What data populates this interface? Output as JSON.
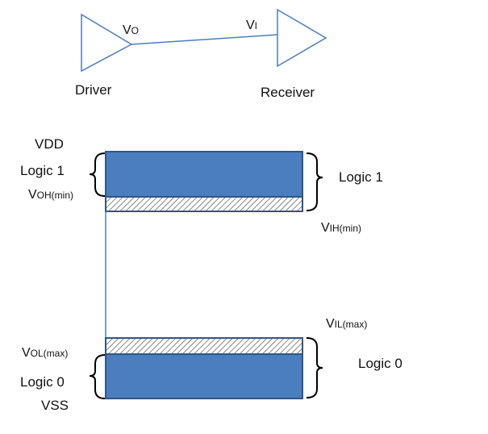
{
  "colors": {
    "block_fill": "#4a7ebf",
    "block_stroke": "#2f5683",
    "hatch_line": "#555555",
    "brace": "#000000",
    "line": "#4a7ebf"
  },
  "top_diagram": {
    "driver_label": "Driver",
    "receiver_label": "Receiver",
    "vo": {
      "main": "V",
      "sub": "O"
    },
    "vi": {
      "main": "V",
      "sub": "I"
    }
  },
  "levels": {
    "vdd": "VDD",
    "vss": "VSS",
    "driver_logic1": "Logic 1",
    "driver_logic0": "Logic 0",
    "receiver_logic1": "Logic 1",
    "receiver_logic0": "Logic 0",
    "voh": {
      "main": "V",
      "sub": "OH(min)"
    },
    "vol": {
      "main": "V",
      "sub": "OL(max)"
    },
    "vih": {
      "main": "V",
      "sub": "IH(min)"
    },
    "vil": {
      "main": "V",
      "sub": "IL(max)"
    }
  }
}
